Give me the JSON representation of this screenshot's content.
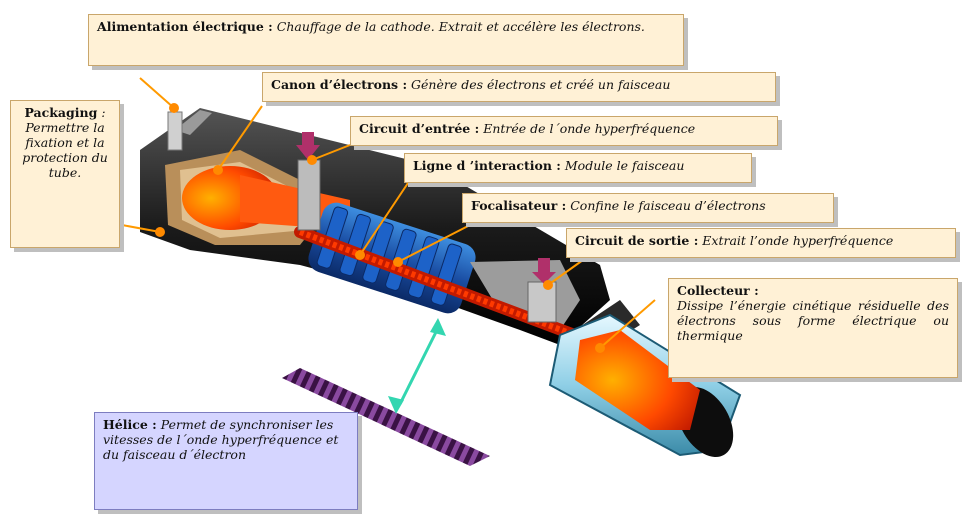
{
  "colors": {
    "label_bg": "#fff1d6",
    "label_border": "#c9a66b",
    "helice_bg": "#d5d5ff",
    "beam": "#e23a00",
    "leader": "#ff9a00",
    "helix": "#6b2b7b",
    "arrow": "#33d6b0"
  },
  "labels": {
    "alimentation": {
      "title": "Alimentation électrique :",
      "desc": "Chauffage de la cathode. Extrait et accélère les électrons."
    },
    "canon": {
      "title": "Canon d’électrons :",
      "desc": "Génère des électrons et créé un faisceau"
    },
    "packaging": {
      "title": "Packaging",
      "desc": ": Permettre la fixation et la protection du tube."
    },
    "circuit_entree": {
      "title": "Circuit d’entrée :",
      "desc": "Entrée de l´onde hyperfréquence"
    },
    "ligne": {
      "title": "Ligne d ’interaction :",
      "desc": "Module le faisceau"
    },
    "focalisateur": {
      "title": "Focalisateur :",
      "desc": "Confine le faisceau d’électrons"
    },
    "circuit_sortie": {
      "title": "Circuit de sortie :",
      "desc": "Extrait l’onde hyperfréquence"
    },
    "collecteur": {
      "title": "Collecteur :",
      "desc": "Dissipe l’énergie cinétique résiduelle des électrons sous forme électrique ou thermique"
    },
    "helice": {
      "title": "Hélice :",
      "desc": "Permet de synchroniser les vitesses de l´onde hyperfréquence et du faisceau d´électron"
    }
  }
}
